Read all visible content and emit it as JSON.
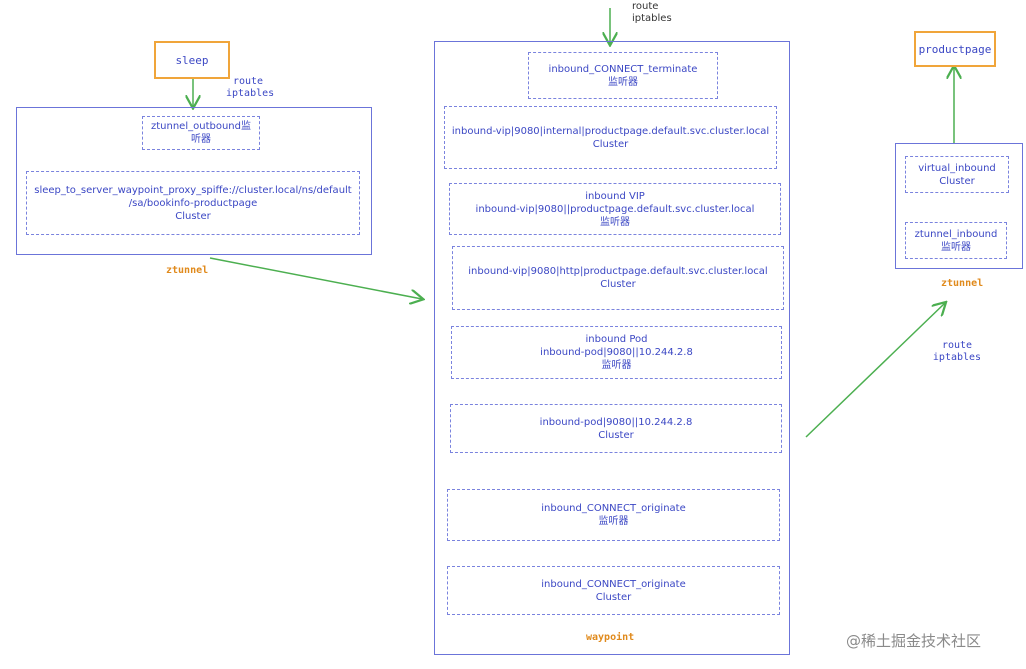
{
  "left": {
    "sleep_label": "sleep",
    "route_label": "route",
    "iptables_label": "iptables",
    "outbound_listener": [
      "ztunnel_outbound监",
      "听器"
    ],
    "cluster_box": [
      "sleep_to_server_waypoint_proxy_spiffe://cluster.local/ns/default",
      "/sa/bookinfo-productpage",
      "Cluster"
    ],
    "ztunnel_label": "ztunnel"
  },
  "middle": {
    "route_label": "route",
    "iptables_label": "iptables",
    "boxes": [
      [
        "inbound_CONNECT_terminate",
        "监听器"
      ],
      [
        "inbound-vip|9080|internal|productpage.default.svc.cluster.local",
        "Cluster"
      ],
      [
        "inbound VIP",
        "inbound-vip|9080||productpage.default.svc.cluster.local",
        "监听器"
      ],
      [
        "inbound-vip|9080|http|productpage.default.svc.cluster.local",
        "Cluster"
      ],
      [
        "inbound Pod",
        "inbound-pod|9080||10.244.2.8",
        "监听器"
      ],
      [
        "inbound-pod|9080||10.244.2.8",
        "Cluster"
      ],
      [
        "inbound_CONNECT_originate",
        "监听器"
      ],
      [
        "inbound_CONNECT_originate",
        "Cluster"
      ]
    ],
    "waypoint_label": "waypoint"
  },
  "right": {
    "productpage_label": "productpage",
    "virtual_inbound": [
      "virtual_inbound",
      "Cluster"
    ],
    "ztunnel_inbound": [
      "ztunnel_inbound",
      "监听器"
    ],
    "ztunnel_label": "ztunnel",
    "route_label": "route",
    "iptables_label": "iptables"
  },
  "watermark": "@稀土掘金技术社区",
  "colors": {
    "arrow": "#4caf50",
    "orange": "#f0a53a",
    "blue": "#3b47c4"
  }
}
